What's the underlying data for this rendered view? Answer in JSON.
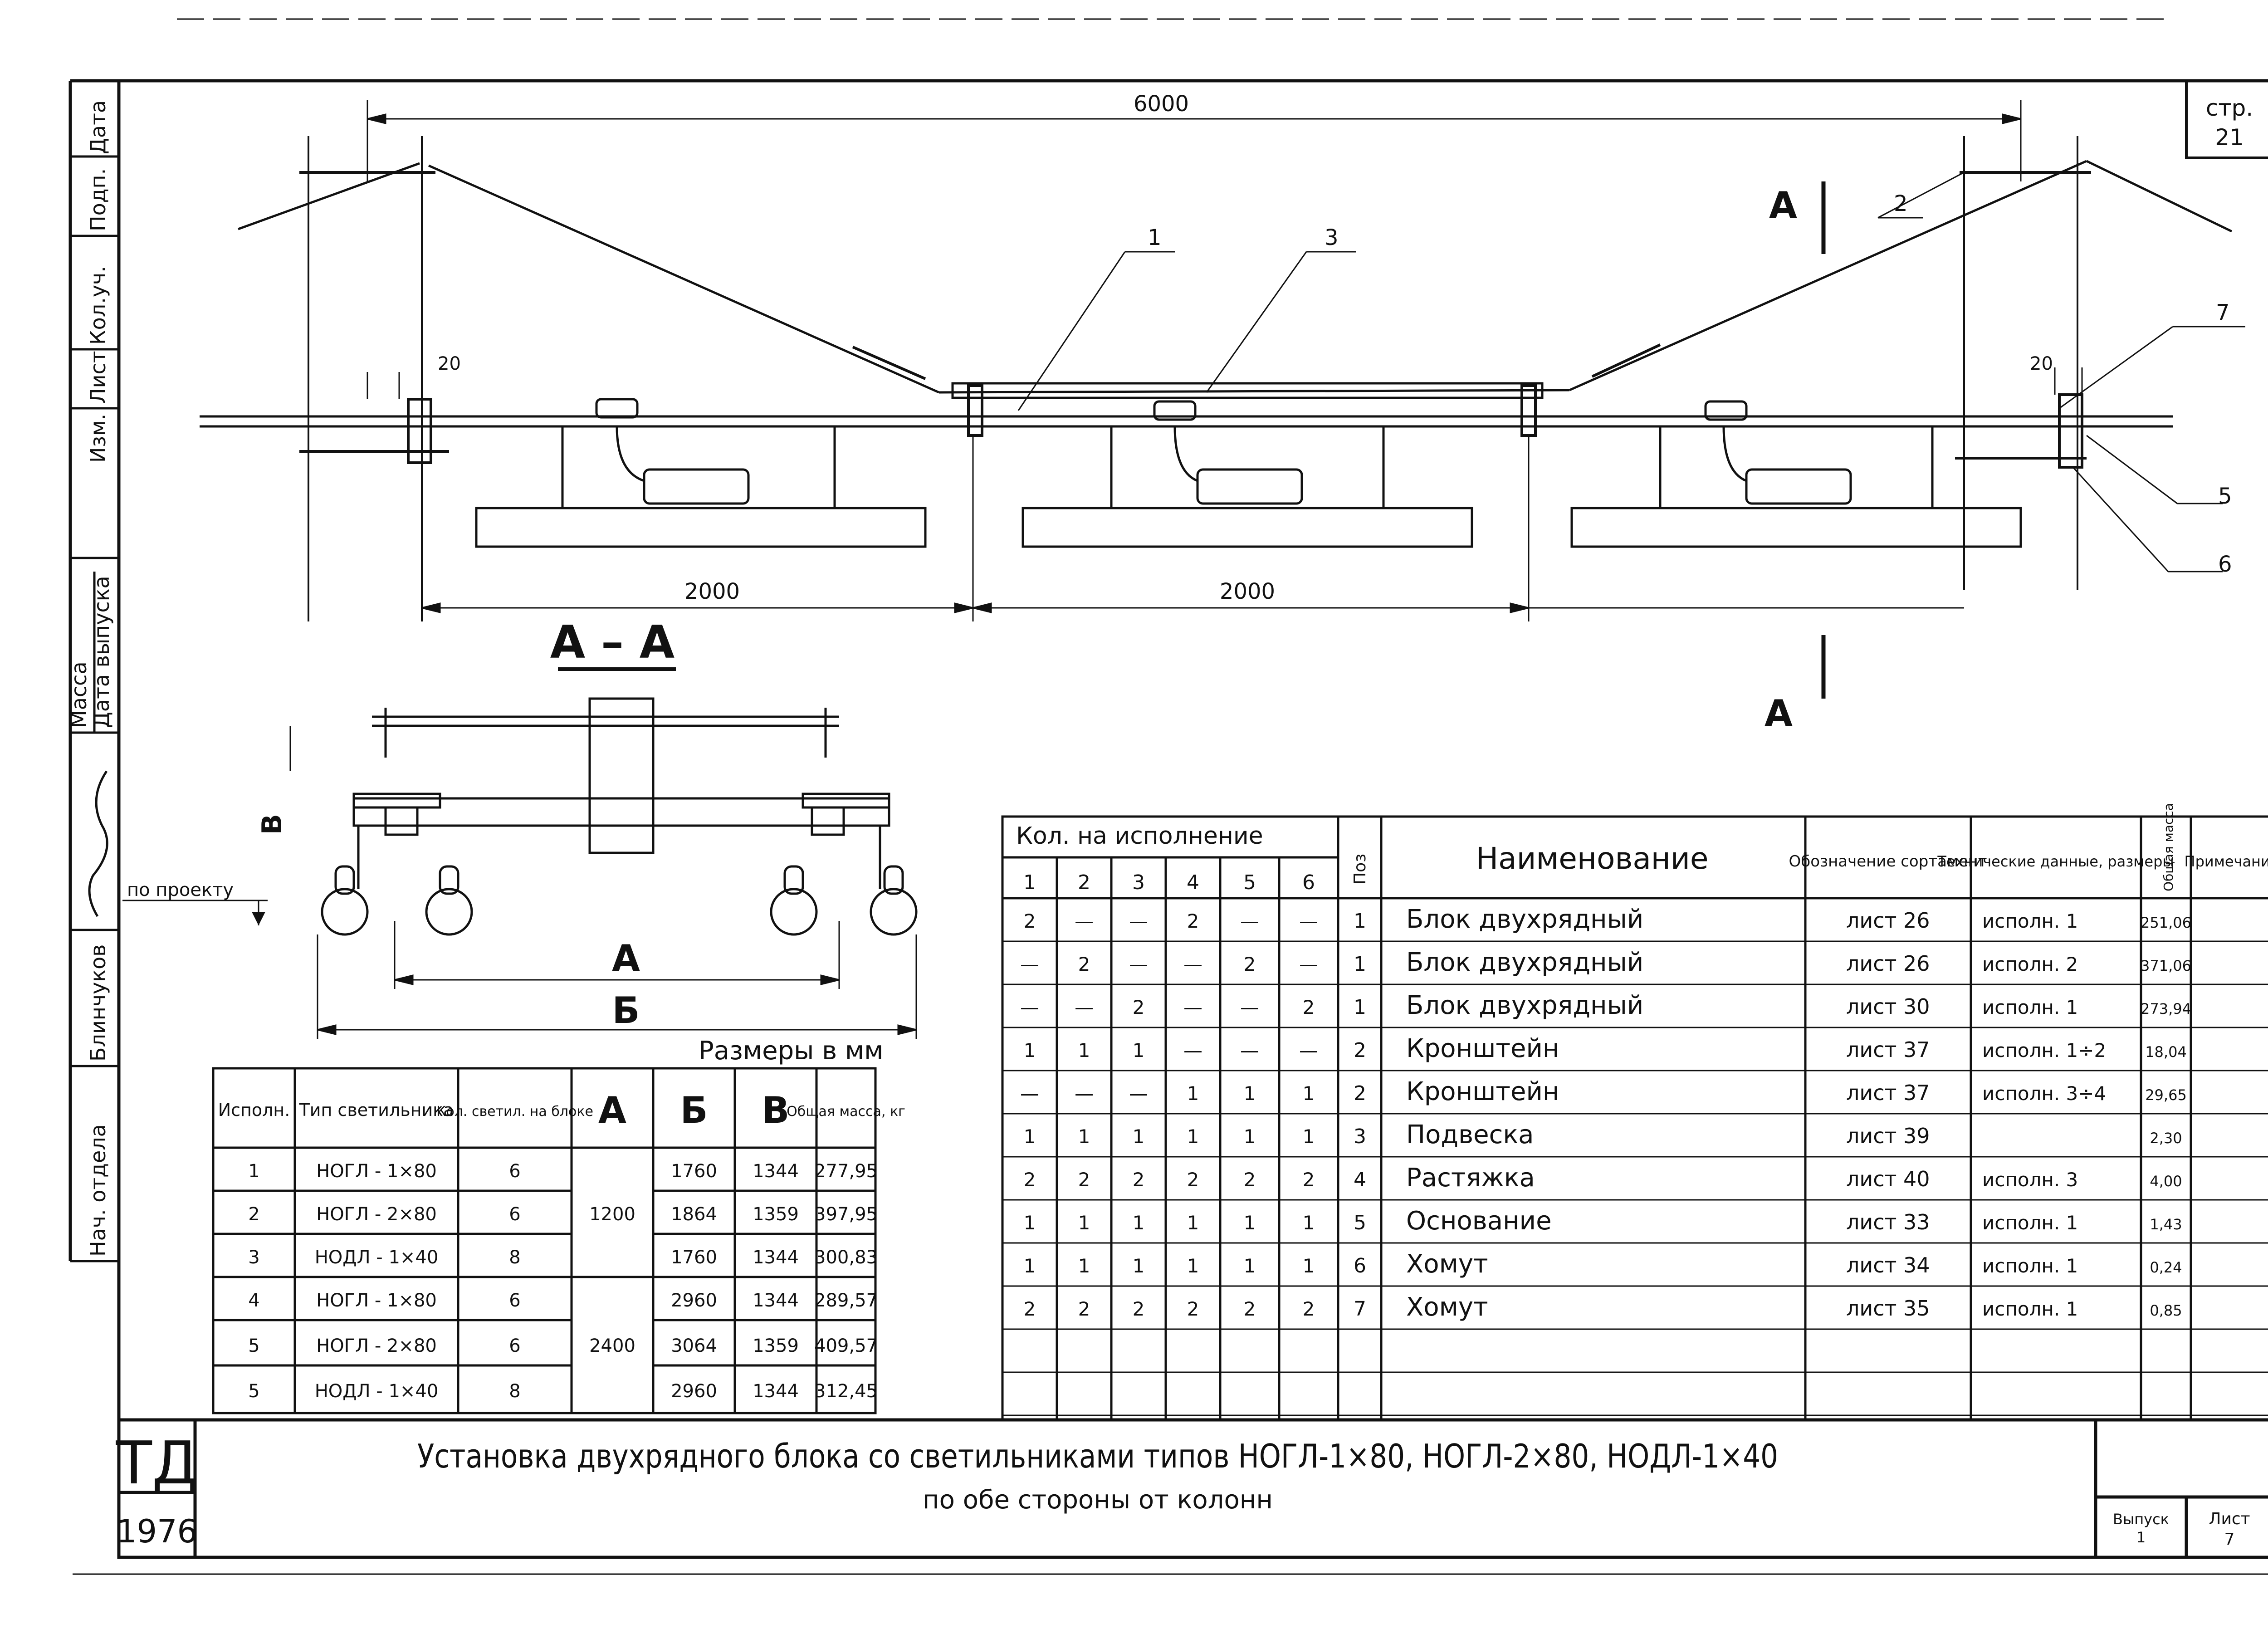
{
  "frame": {
    "side_stamp": [
      "Дата",
      "Подп.",
      "Кол.уч.",
      "Лист",
      "Изм.",
      "Масса",
      "Дата выпуска",
      "Блинчуков",
      "Нач. отдела"
    ],
    "page_label": "стр.",
    "page_number": "21"
  },
  "main_drawing": {
    "dim_total": "6000",
    "dim_span_left": "2000",
    "dim_span_right": "2000",
    "dim_offset_left": "20",
    "dim_offset_right": "20",
    "callouts": [
      "1",
      "2",
      "3",
      "5",
      "6",
      "7"
    ],
    "section_mark": "А"
  },
  "section_view": {
    "title": "А – А",
    "level_note": "по проекту",
    "dim_a": "А",
    "dim_b": "Б",
    "dim_v": "В",
    "units_note": "Размеры в мм"
  },
  "left_table": {
    "headers": [
      "Исполн.",
      "Тип светильника",
      "Кол. светил. на блоке",
      "А",
      "Б",
      "В",
      "Общая масса, кг"
    ],
    "rows": [
      [
        "1",
        "НОГЛ - 1×80",
        "6",
        "",
        "1760",
        "1344",
        "277,95"
      ],
      [
        "2",
        "НОГЛ - 2×80",
        "6",
        "1200",
        "1864",
        "1359",
        "397,95"
      ],
      [
        "3",
        "НОДЛ - 1×40",
        "8",
        "",
        "1760",
        "1344",
        "300,83"
      ],
      [
        "4",
        "НОГЛ - 1×80",
        "6",
        "",
        "2960",
        "1344",
        "289,57"
      ],
      [
        "5",
        "НОГЛ - 2×80",
        "6",
        "2400",
        "3064",
        "1359",
        "409,57"
      ],
      [
        "5",
        "НОДЛ - 1×40",
        "8",
        "",
        "2960",
        "1344",
        "312,45"
      ]
    ]
  },
  "spec_table": {
    "group_header": "Кол. на исполнение",
    "exec_headers": [
      "1",
      "2",
      "3",
      "4",
      "5",
      "6"
    ],
    "headers": [
      "Поз",
      "Наименование",
      "Обозначение сортамент",
      "Технические данные, размеры",
      "Общая масса",
      "Примечание"
    ],
    "rows": [
      {
        "q": [
          "2",
          "—",
          "—",
          "2",
          "—",
          "—"
        ],
        "pos": "1",
        "name": "Блок двухрядный",
        "des": "лист 26",
        "tech": "исполн. 1",
        "mass": "251,06"
      },
      {
        "q": [
          "—",
          "2",
          "—",
          "—",
          "2",
          "—"
        ],
        "pos": "1",
        "name": "Блок двухрядный",
        "des": "лист 26",
        "tech": "исполн. 2",
        "mass": "371,06"
      },
      {
        "q": [
          "—",
          "—",
          "2",
          "—",
          "—",
          "2"
        ],
        "pos": "1",
        "name": "Блок двухрядный",
        "des": "лист 30",
        "tech": "исполн. 1",
        "mass": "273,94"
      },
      {
        "q": [
          "1",
          "1",
          "1",
          "—",
          "—",
          "—"
        ],
        "pos": "2",
        "name": "Кронштейн",
        "des": "лист 37",
        "tech": "исполн. 1÷2",
        "mass": "18,04"
      },
      {
        "q": [
          "—",
          "—",
          "—",
          "1",
          "1",
          "1"
        ],
        "pos": "2",
        "name": "Кронштейн",
        "des": "лист 37",
        "tech": "исполн. 3÷4",
        "mass": "29,65"
      },
      {
        "q": [
          "1",
          "1",
          "1",
          "1",
          "1",
          "1"
        ],
        "pos": "3",
        "name": "Подвеска",
        "des": "лист 39",
        "tech": "",
        "mass": "2,30"
      },
      {
        "q": [
          "2",
          "2",
          "2",
          "2",
          "2",
          "2"
        ],
        "pos": "4",
        "name": "Растяжка",
        "des": "лист 40",
        "tech": "исполн. 3",
        "mass": "4,00"
      },
      {
        "q": [
          "1",
          "1",
          "1",
          "1",
          "1",
          "1"
        ],
        "pos": "5",
        "name": "Основание",
        "des": "лист 33",
        "tech": "исполн. 1",
        "mass": "1,43"
      },
      {
        "q": [
          "1",
          "1",
          "1",
          "1",
          "1",
          "1"
        ],
        "pos": "6",
        "name": "Хомут",
        "des": "лист 34",
        "tech": "исполн. 1",
        "mass": "0,24"
      },
      {
        "q": [
          "2",
          "2",
          "2",
          "2",
          "2",
          "2"
        ],
        "pos": "7",
        "name": "Хомут",
        "des": "лист 35",
        "tech": "исполн. 1",
        "mass": "0,85"
      }
    ]
  },
  "title_block": {
    "code": "ТД",
    "year": "1976",
    "title_line1": "Установка двухрядного блока со светильниками типов НОГЛ-1×80, НОГЛ-2×80, НОДЛ-1×40",
    "title_line2": "по обе стороны от колонн",
    "issue_label": "Выпуск",
    "issue_value": "1",
    "sheet_label": "Лист",
    "sheet_value": "7"
  }
}
